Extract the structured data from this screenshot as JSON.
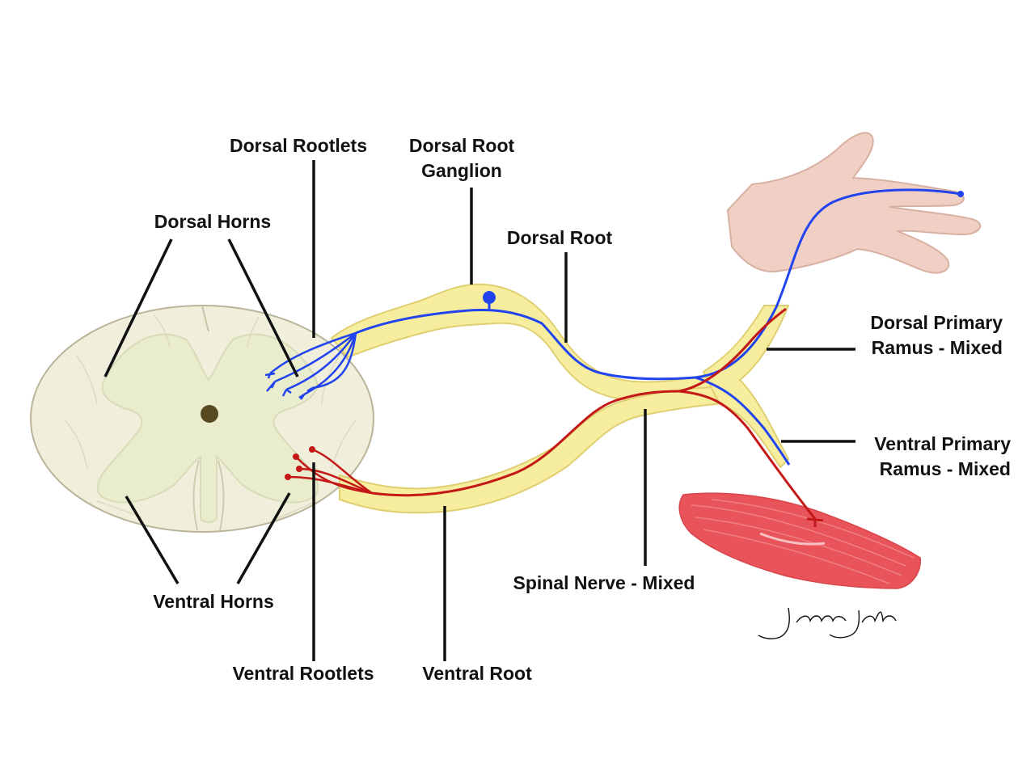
{
  "colors": {
    "cord_fill": "#efefdc",
    "cord_outline": "#b9b49a",
    "grey_matter": "#e9eccd",
    "canal": "#5a4a22",
    "nerve_fill": "#f6ee9e",
    "nerve_edge": "#e0cf72",
    "sensory": "#2244ee",
    "motor": "#c41818",
    "skin": "#f0d0c4",
    "muscle": "#e8545a"
  },
  "labels": {
    "dorsal_rootlets": "Dorsal Rootlets",
    "drg_line1": "Dorsal Root",
    "drg_line2": "Ganglion",
    "dorsal_horns": "Dorsal Horns",
    "dorsal_root": "Dorsal Root",
    "dorsal_ramus_line1": "Dorsal Primary",
    "dorsal_ramus_line2": "Ramus - Mixed",
    "ventral_ramus_line1": "Ventral Primary",
    "ventral_ramus_line2": "Ramus - Mixed",
    "spinal_nerve": "Spinal Nerve - Mixed",
    "ventral_horns": "Ventral Horns",
    "ventral_rootlets": "Ventral Rootlets",
    "ventral_root": "Ventral Root"
  },
  "signature": "jenna john"
}
